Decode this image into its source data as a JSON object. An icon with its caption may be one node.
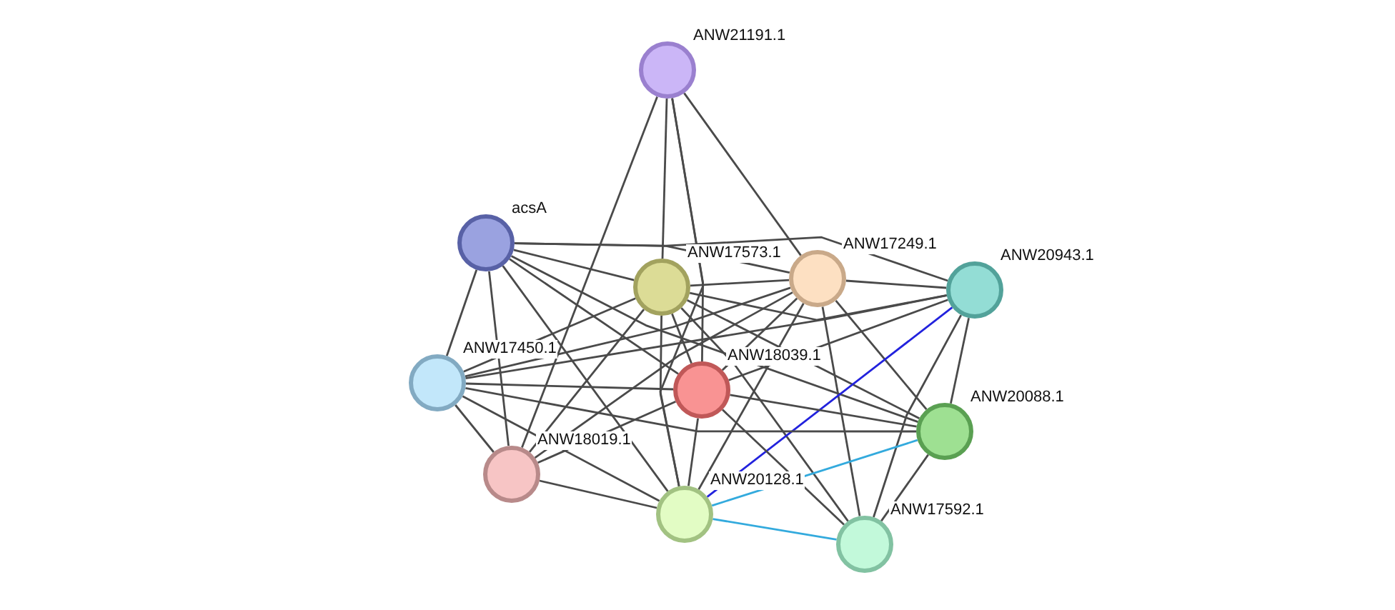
{
  "diagram": {
    "nodes": [
      {
        "text": [],
        "shape": "circle",
        "beside": [
          "ANW21191.1"
        ]
      },
      {
        "text": [],
        "shape": "circle",
        "beside": [
          "acsA"
        ]
      },
      {
        "text": [],
        "shape": "circle",
        "beside": [
          "ANW17573.1"
        ]
      },
      {
        "text": [],
        "shape": "circle",
        "beside": [
          "ANW17249.1"
        ]
      },
      {
        "text": [],
        "shape": "circle",
        "beside": [
          "ANW20943.1"
        ]
      },
      {
        "text": [],
        "shape": "circle",
        "beside": [
          "ANW17450.1"
        ]
      },
      {
        "text": [],
        "shape": "circle",
        "beside": [
          "ANW18039.1"
        ]
      },
      {
        "text": [],
        "shape": "circle",
        "beside": [
          "ANW20088.1"
        ]
      },
      {
        "text": [],
        "shape": "circle",
        "beside": [
          "ANW18019.1"
        ]
      },
      {
        "text": [],
        "shape": "circle",
        "beside": [
          "ANW20128.1"
        ]
      },
      {
        "text": [],
        "shape": "circle",
        "beside": [
          "ANW17592.1"
        ]
      }
    ],
    "edges": [
      {
        "from": 0,
        "to": 2,
        "arrow": "none"
      },
      {
        "from": 0,
        "to": 3,
        "arrow": "none"
      },
      {
        "from": 0,
        "to": 6,
        "arrow": "none"
      },
      {
        "from": 0,
        "to": 8,
        "arrow": "none"
      },
      {
        "from": 0,
        "to": 9,
        "arrow": "none"
      },
      {
        "from": 1,
        "to": 2,
        "arrow": "none"
      },
      {
        "from": 1,
        "to": 3,
        "arrow": "none"
      },
      {
        "from": 1,
        "to": 4,
        "arrow": "none"
      },
      {
        "from": 1,
        "to": 5,
        "arrow": "none"
      },
      {
        "from": 1,
        "to": 6,
        "arrow": "none"
      },
      {
        "from": 1,
        "to": 7,
        "arrow": "none"
      },
      {
        "from": 1,
        "to": 8,
        "arrow": "none"
      },
      {
        "from": 1,
        "to": 9,
        "arrow": "none"
      },
      {
        "from": 2,
        "to": 3,
        "arrow": "none"
      },
      {
        "from": 2,
        "to": 4,
        "arrow": "none"
      },
      {
        "from": 2,
        "to": 5,
        "arrow": "none"
      },
      {
        "from": 2,
        "to": 6,
        "arrow": "none"
      },
      {
        "from": 2,
        "to": 7,
        "arrow": "none"
      },
      {
        "from": 2,
        "to": 8,
        "arrow": "none"
      },
      {
        "from": 2,
        "to": 9,
        "arrow": "none"
      },
      {
        "from": 2,
        "to": 10,
        "arrow": "none"
      },
      {
        "from": 3,
        "to": 4,
        "arrow": "none"
      },
      {
        "from": 3,
        "to": 5,
        "arrow": "none"
      },
      {
        "from": 3,
        "to": 6,
        "arrow": "none"
      },
      {
        "from": 3,
        "to": 7,
        "arrow": "none"
      },
      {
        "from": 3,
        "to": 8,
        "arrow": "none"
      },
      {
        "from": 3,
        "to": 9,
        "arrow": "none"
      },
      {
        "from": 3,
        "to": 10,
        "arrow": "none"
      },
      {
        "from": 4,
        "to": 5,
        "arrow": "none"
      },
      {
        "from": 4,
        "to": 6,
        "arrow": "none"
      },
      {
        "from": 4,
        "to": 7,
        "arrow": "none"
      },
      {
        "from": 4,
        "to": 10,
        "arrow": "none"
      },
      {
        "from": 4,
        "to": 9,
        "arrow": "none",
        "color": "#2222dd"
      },
      {
        "from": 5,
        "to": 6,
        "arrow": "none"
      },
      {
        "from": 5,
        "to": 7,
        "arrow": "none"
      },
      {
        "from": 5,
        "to": 8,
        "arrow": "none"
      },
      {
        "from": 5,
        "to": 9,
        "arrow": "none"
      },
      {
        "from": 6,
        "to": 7,
        "arrow": "none"
      },
      {
        "from": 6,
        "to": 8,
        "arrow": "none"
      },
      {
        "from": 6,
        "to": 9,
        "arrow": "none"
      },
      {
        "from": 6,
        "to": 10,
        "arrow": "none"
      },
      {
        "from": 7,
        "to": 10,
        "arrow": "none"
      },
      {
        "from": 7,
        "to": 9,
        "arrow": "none",
        "color": "#33aadd"
      },
      {
        "from": 8,
        "to": 9,
        "arrow": "none"
      },
      {
        "from": 9,
        "to": 10,
        "arrow": "none",
        "color": "#33aadd"
      }
    ]
  }
}
